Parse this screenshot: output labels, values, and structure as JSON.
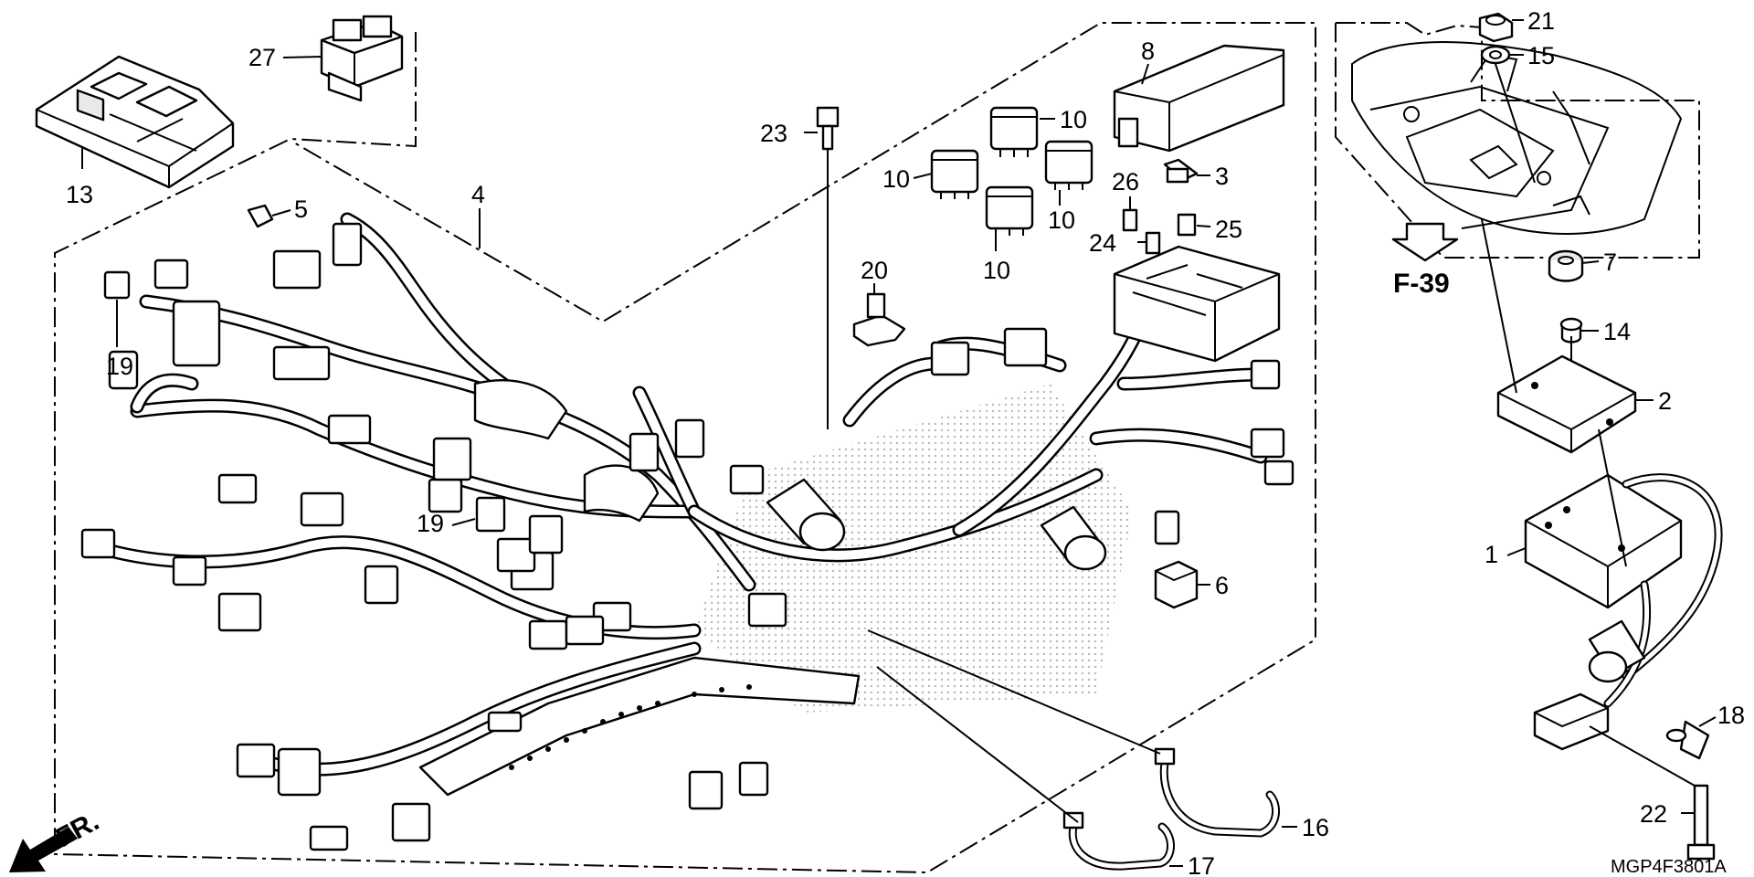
{
  "diagram_code": "MGP4F3801A",
  "reference": {
    "label": "F-39"
  },
  "front_indicator": {
    "label": "FR."
  },
  "callouts": [
    {
      "id": "c27",
      "label": "27"
    },
    {
      "id": "c13",
      "label": "13"
    },
    {
      "id": "c5",
      "label": "5"
    },
    {
      "id": "c4",
      "label": "4"
    },
    {
      "id": "c19a",
      "label": "19"
    },
    {
      "id": "c19b",
      "label": "19"
    },
    {
      "id": "c23",
      "label": "23"
    },
    {
      "id": "c8",
      "label": "8"
    },
    {
      "id": "c10a",
      "label": "10"
    },
    {
      "id": "c10b",
      "label": "10"
    },
    {
      "id": "c10c",
      "label": "10"
    },
    {
      "id": "c10d",
      "label": "10"
    },
    {
      "id": "c3",
      "label": "3"
    },
    {
      "id": "c26",
      "label": "26"
    },
    {
      "id": "c25",
      "label": "25"
    },
    {
      "id": "c24",
      "label": "24"
    },
    {
      "id": "c20",
      "label": "20"
    },
    {
      "id": "c6",
      "label": "6"
    },
    {
      "id": "c21",
      "label": "21"
    },
    {
      "id": "c15",
      "label": "15"
    },
    {
      "id": "c7",
      "label": "7"
    },
    {
      "id": "c14",
      "label": "14"
    },
    {
      "id": "c2",
      "label": "2"
    },
    {
      "id": "c1",
      "label": "1"
    },
    {
      "id": "c18",
      "label": "18"
    },
    {
      "id": "c22",
      "label": "22"
    },
    {
      "id": "c16",
      "label": "16"
    },
    {
      "id": "c17",
      "label": "17"
    }
  ]
}
